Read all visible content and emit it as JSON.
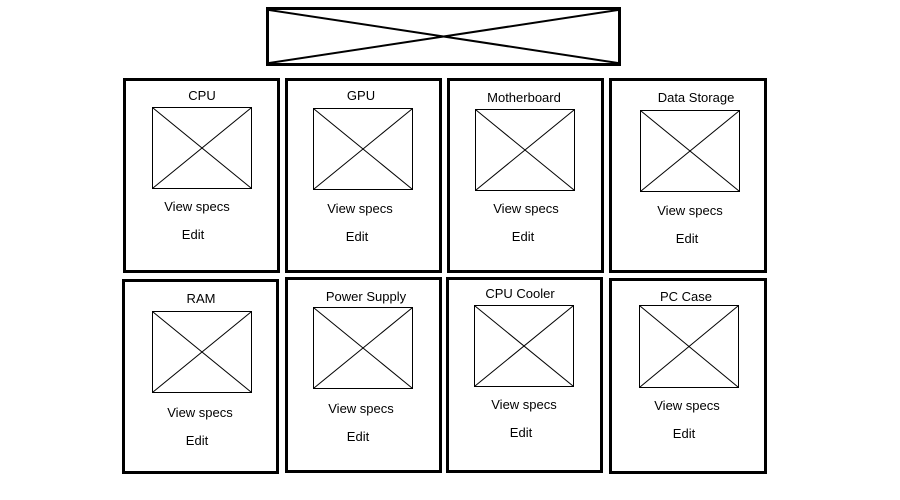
{
  "banner": {
    "icon": "image-placeholder-icon"
  },
  "cards": [
    {
      "title": "CPU",
      "view_label": "View specs",
      "edit_label": "Edit"
    },
    {
      "title": "GPU",
      "view_label": "View specs",
      "edit_label": "Edit"
    },
    {
      "title": "Motherboard",
      "view_label": "View specs",
      "edit_label": "Edit"
    },
    {
      "title": "Data Storage",
      "view_label": "View specs",
      "edit_label": "Edit"
    },
    {
      "title": "RAM",
      "view_label": "View specs",
      "edit_label": "Edit"
    },
    {
      "title": "Power Supply",
      "view_label": "View specs",
      "edit_label": "Edit"
    },
    {
      "title": "CPU Cooler",
      "view_label": "View specs",
      "edit_label": "Edit"
    },
    {
      "title": "PC Case",
      "view_label": "View specs",
      "edit_label": "Edit"
    }
  ]
}
